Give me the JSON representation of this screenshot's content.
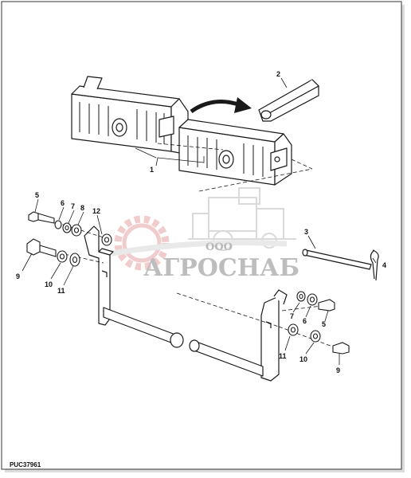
{
  "diagram": {
    "code": "PUC37961",
    "callouts": {
      "c1": "1",
      "c2": "2",
      "c3": "3",
      "c4": "4",
      "c5a": "5",
      "c5b": "5",
      "c6a": "6",
      "c6b": "6",
      "c7a": "7",
      "c7b": "7",
      "c8": "8",
      "c9a": "9",
      "c9b": "9",
      "c10a": "10",
      "c10b": "10",
      "c11a": "11",
      "c11b": "11",
      "c12": "12"
    }
  },
  "watermark": {
    "small": "ООО",
    "brand": "АГРОСНАБ"
  },
  "colors": {
    "line": "#1a1a1a",
    "watermark_red": "#e8a9a9",
    "watermark_gray": "#cfcfcf"
  }
}
